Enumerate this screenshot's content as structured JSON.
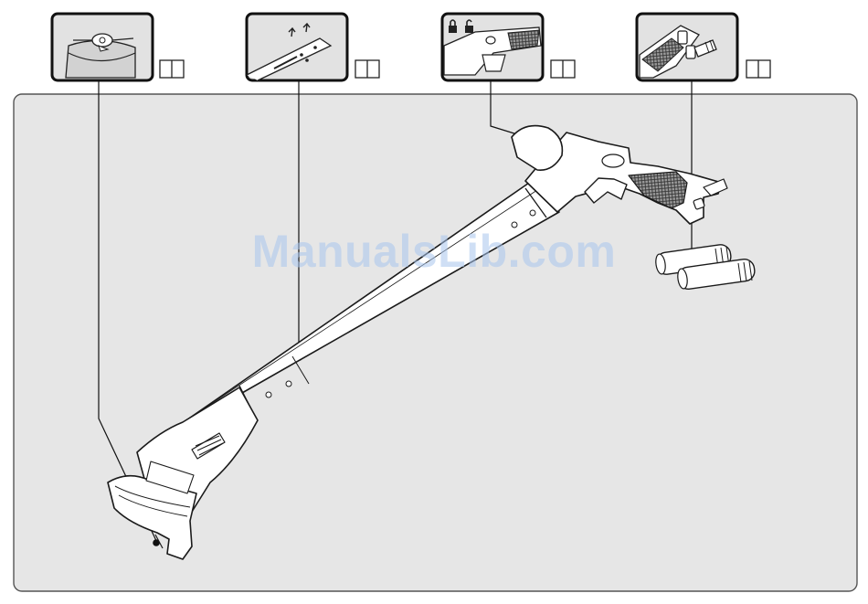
{
  "watermark": "ManualsLib.com",
  "callouts": [
    {
      "subject": "cutting-head-spool",
      "icon": "book-icon"
    },
    {
      "subject": "shaft-assembly",
      "icon": "book-icon"
    },
    {
      "subject": "handle-lock-trigger",
      "icon": "book-icon"
    },
    {
      "subject": "battery-charger-connector",
      "icon": "book-icon"
    }
  ],
  "colors": {
    "panel": "#e6e6e6",
    "line": "#1a1a1a",
    "watermark": "#a9c6ee",
    "tool_fill": "#ffffff"
  }
}
